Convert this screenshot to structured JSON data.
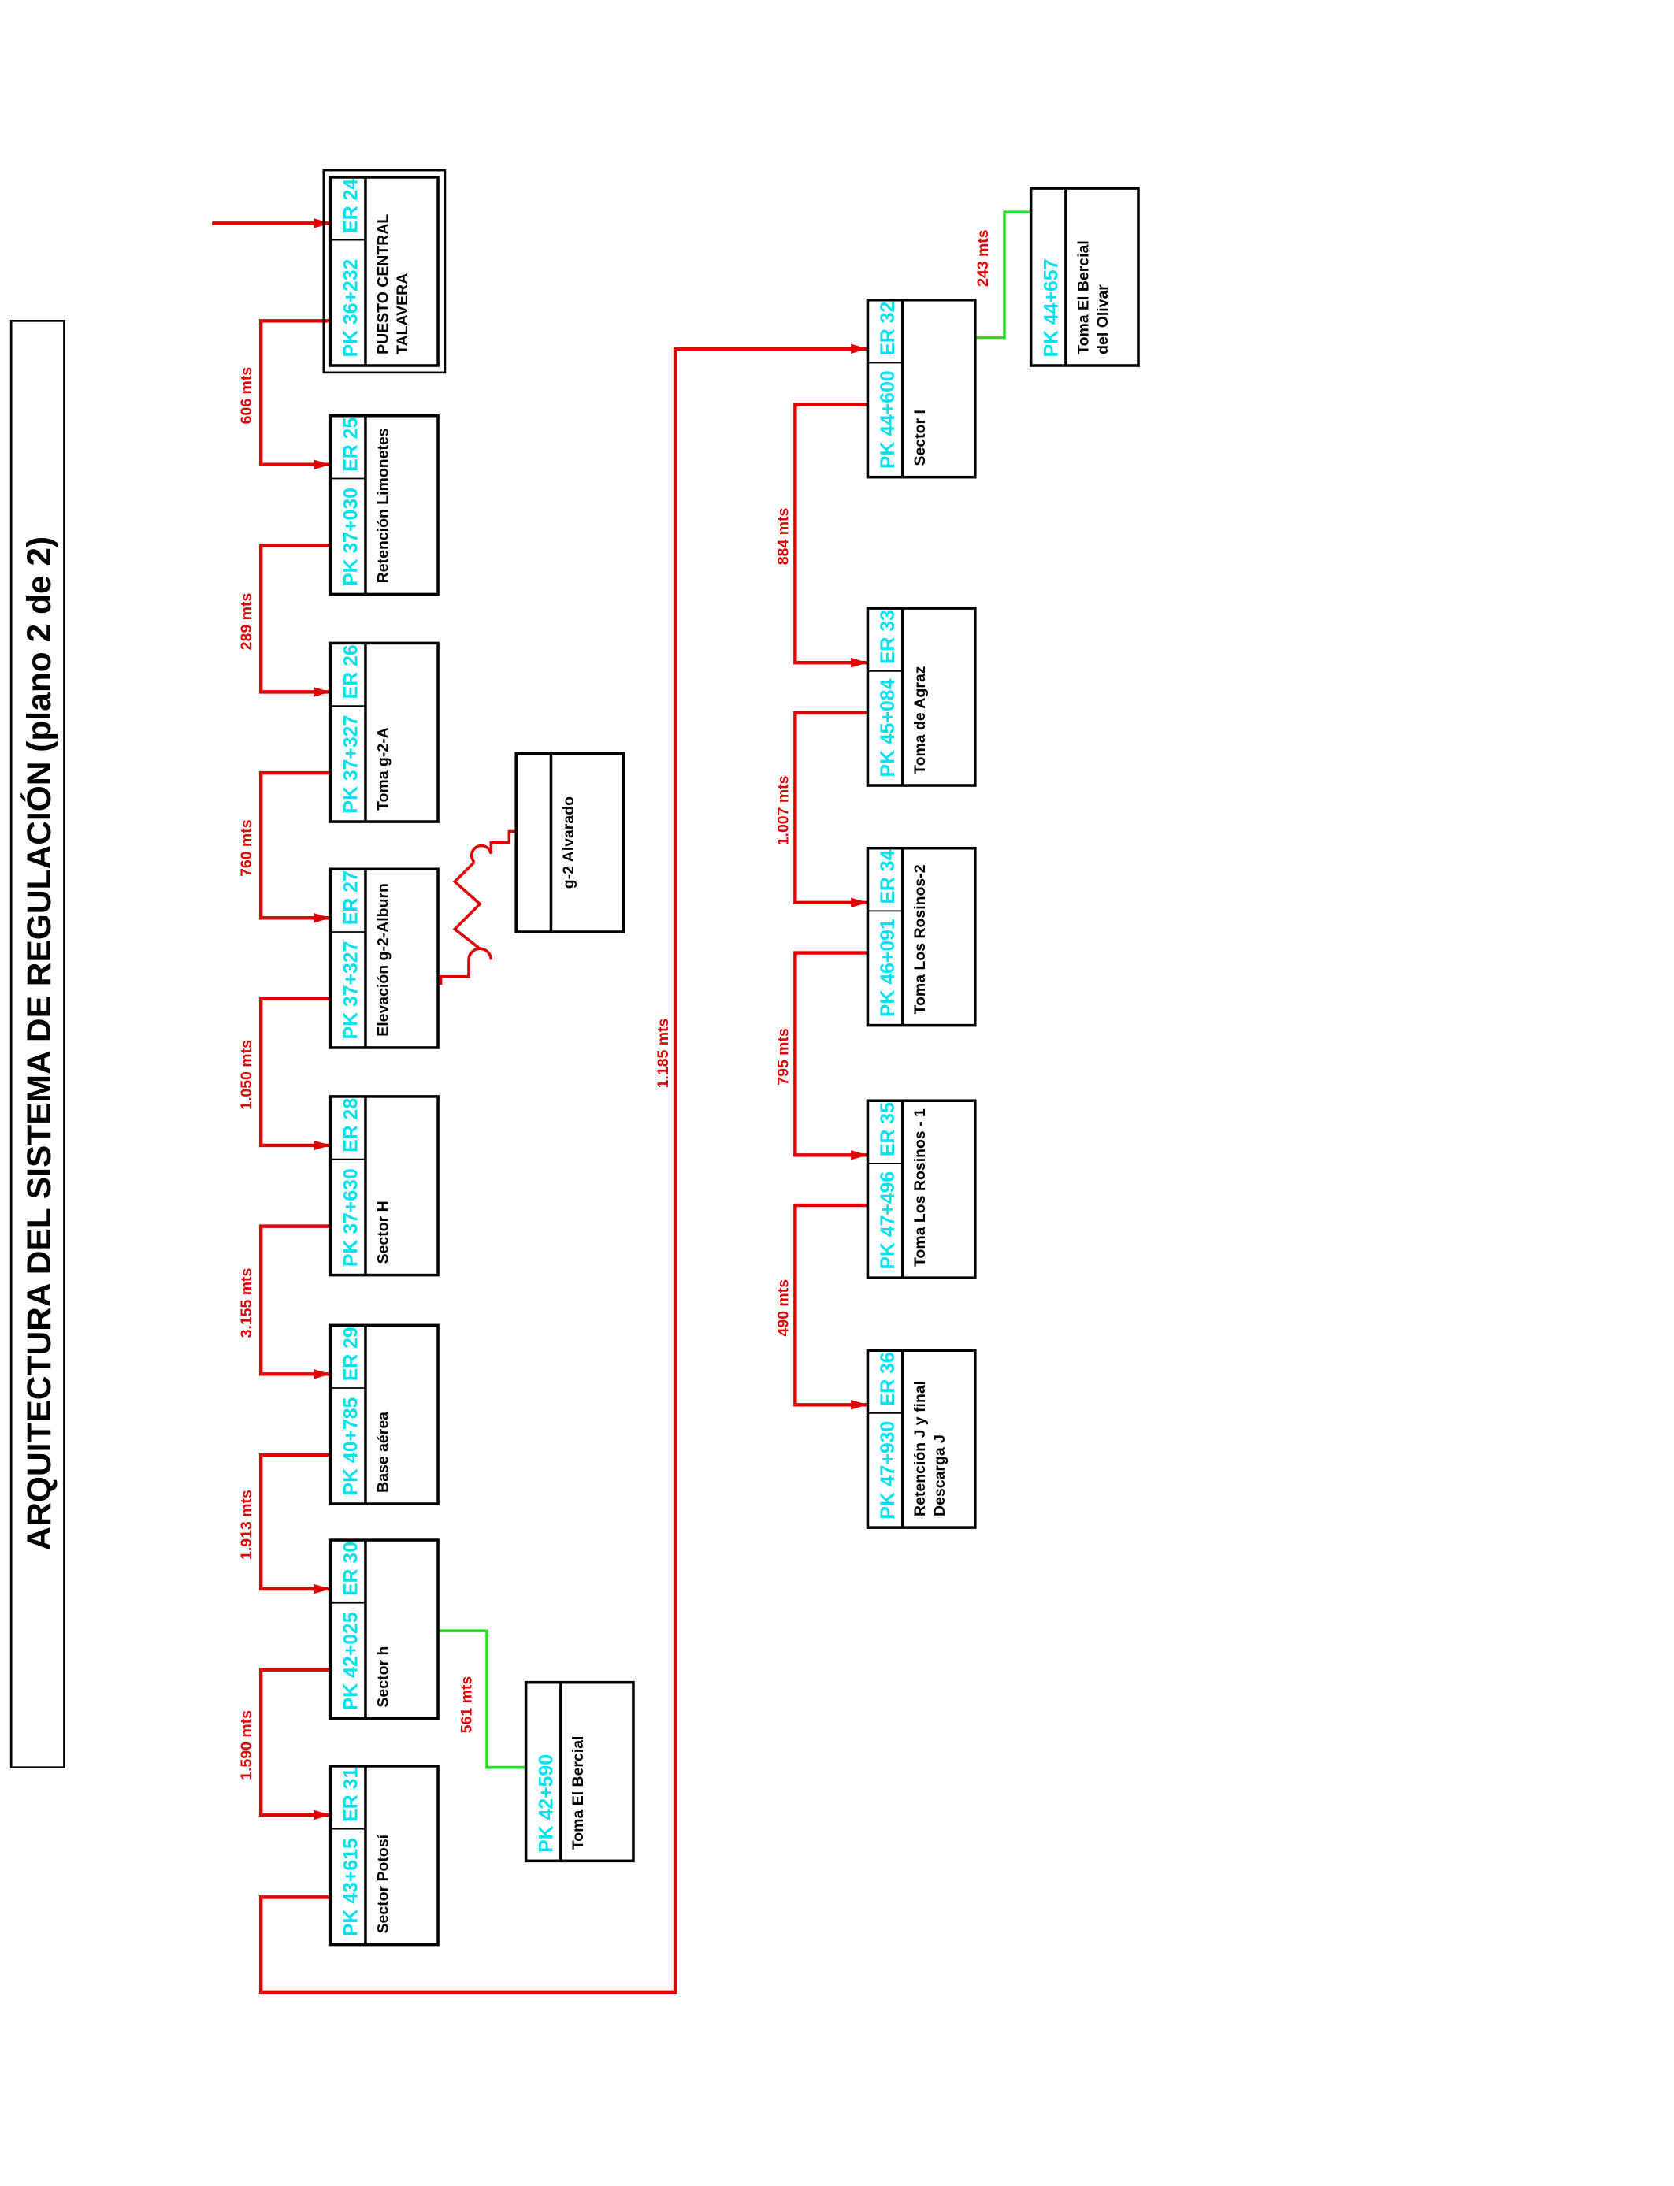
{
  "title": "ARQUITECTURA DEL SISTEMA DE REGULACIÓN (plano 2 de 2)",
  "colors": {
    "main_line": "#e00000",
    "branch_line": "#22dd22",
    "pk_text": "#00e0ee"
  },
  "stations_left": [
    {
      "pk": "PK 36+232",
      "er": "ER 24",
      "lines": [
        "PUESTO CENTRAL",
        "TALAVERA"
      ]
    },
    {
      "pk": "PK 37+030",
      "er": "ER 25",
      "lines": [
        "Retención Limonetes"
      ]
    },
    {
      "pk": "PK 37+327",
      "er": "ER 26",
      "lines": [
        "Toma g-2-A"
      ]
    },
    {
      "pk": "PK 37+327",
      "er": "ER 27",
      "lines": [
        "Elevación g-2-Alburn"
      ]
    },
    {
      "pk": "PK 37+630",
      "er": "ER 28",
      "lines": [
        "Sector H"
      ]
    },
    {
      "pk": "PK 40+785",
      "er": "ER 29",
      "lines": [
        "Base aérea"
      ]
    },
    {
      "pk": "PK 42+025",
      "er": "ER 30",
      "lines": [
        "Sector h"
      ]
    },
    {
      "pk": "PK 43+615",
      "er": "ER 31",
      "lines": [
        "Sector Potosí"
      ]
    }
  ],
  "distances_left": [
    "606 mts",
    "289 mts",
    "760 mts",
    "1.050 mts",
    "3.155 mts",
    "1.913 mts",
    "1.590 mts"
  ],
  "trunk_distance": "1.185 mts",
  "stations_right": [
    {
      "pk": "PK 44+600",
      "er": "ER 32",
      "lines": [
        "Sector I"
      ]
    },
    {
      "pk": "PK 45+084",
      "er": "ER 33",
      "lines": [
        "Toma de Agraz"
      ]
    },
    {
      "pk": "PK 46+091",
      "er": "ER 34",
      "lines": [
        "Toma Los Rosinos-2"
      ]
    },
    {
      "pk": "PK 47+496",
      "er": "ER 35",
      "lines": [
        "Toma Los Rosinos - 1"
      ]
    },
    {
      "pk": "PK 47+930",
      "er": "ER 36",
      "lines": [
        "Retención J y final",
        "Descarga J"
      ]
    }
  ],
  "distances_right": [
    "884 mts",
    "1.007 mts",
    "795 mts",
    "490 mts"
  ],
  "branches": [
    {
      "pk": "PK 42+590",
      "lines": [
        "Toma El Bercial"
      ],
      "distance": "561 mts"
    },
    {
      "pk": "PK 44+657",
      "lines": [
        "Toma El Bercial",
        "del Olivar"
      ],
      "distance": "243 mts"
    }
  ],
  "alvarado": {
    "lines": [
      "g-2 Alvarado"
    ]
  }
}
